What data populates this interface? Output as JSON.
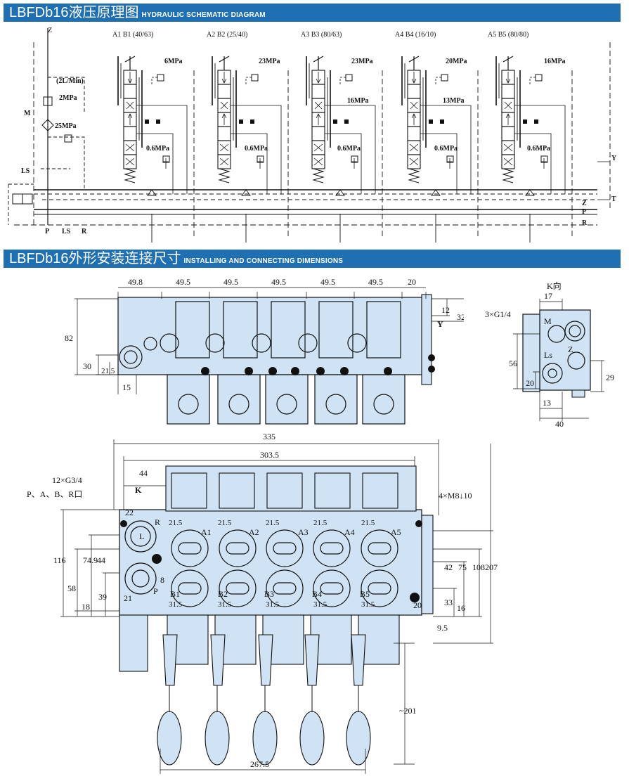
{
  "sections": [
    {
      "title_cn": "LBFDb16液压原理图",
      "title_en": "HYDRAULIC SCHEMATIC DIAGRAM"
    },
    {
      "title_cn": "LBFDb16外形安装连接尺寸",
      "title_en": "INSTALLING AND CONNECTING DIMENSIONS"
    }
  ],
  "schematic": {
    "sections": [
      {
        "ports": "A1 B1 (40/63)",
        "relief": "6MPa",
        "secondary": "",
        "load": "0.6MPa"
      },
      {
        "ports": "A2 B2 (25/40)",
        "relief": "23MPa",
        "secondary": "",
        "load": "0.6MPa"
      },
      {
        "ports": "A3 B3 (80/63)",
        "relief": "23MPa",
        "secondary": "16MPa",
        "load": "0.6MPa"
      },
      {
        "ports": "A4 B4 (16/10)",
        "relief": "20MPa",
        "secondary": "13MPa",
        "load": "0.6MPa"
      },
      {
        "ports": "A5 B5 (80/80)",
        "relief": "16MPa",
        "secondary": "",
        "load": "0.6MPa"
      }
    ],
    "inlet": {
      "flow": "(2L/Min)",
      "pilot": "2MPa",
      "main": "25MPa",
      "gauge": "M",
      "ls": "LS",
      "z": "Z"
    },
    "bottom_ports": [
      "P",
      "LS",
      "R"
    ],
    "right_ports": [
      "Y",
      "T",
      "Z",
      "P",
      "R"
    ]
  },
  "dims": {
    "top_view": {
      "widths": [
        "49.8",
        "49.5",
        "49.5",
        "49.5",
        "49.5",
        "49.5",
        "20"
      ],
      "left": [
        "82",
        "30",
        "21.5",
        "15"
      ],
      "right": [
        "12",
        "32",
        "Y"
      ]
    },
    "k_view": {
      "title": "K向",
      "thread": "3×G1/4",
      "dims": [
        "17",
        "56",
        "20",
        "13",
        "40",
        "29"
      ],
      "ports": [
        "M",
        "Ls",
        "Z"
      ]
    },
    "front": {
      "overall": "335",
      "pitch_span": "303.5",
      "inlet_width": "44",
      "k": "K",
      "threads": "12×G3/4",
      "port_note": "P、A、B、R口",
      "mount": "4×M8↓10",
      "inlet_labels": [
        "22",
        "R",
        "L",
        "8",
        "21",
        "P"
      ],
      "section_a": [
        "21.5",
        "21.5",
        "21.5",
        "21.5",
        "21.5"
      ],
      "section_b": [
        "31.5",
        "31.5",
        "31.5",
        "31.5",
        "31.5"
      ],
      "a_ports": [
        "A1",
        "A2",
        "A3",
        "A4",
        "A5"
      ],
      "b_ports": [
        "B1",
        "B2",
        "B3",
        "B4",
        "B5"
      ],
      "left_dims": [
        "116",
        "74.9",
        "44",
        "58",
        "39",
        "18"
      ],
      "right_dims": [
        "42",
        "75",
        "108",
        "207",
        "33",
        "16",
        "20",
        "9.5"
      ],
      "handle": "~201",
      "bottom": "267.5"
    }
  }
}
